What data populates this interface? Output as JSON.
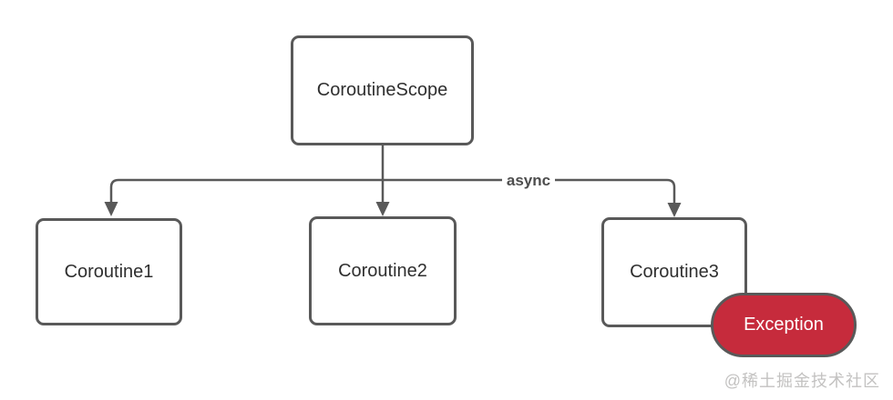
{
  "nodes": {
    "scope": {
      "label": "CoroutineScope"
    },
    "coroutine1": {
      "label": "Coroutine1"
    },
    "coroutine2": {
      "label": "Coroutine2"
    },
    "coroutine3": {
      "label": "Coroutine3"
    },
    "exception": {
      "label": "Exception"
    }
  },
  "edges": {
    "async_label": "async"
  },
  "watermark": {
    "text": "@稀土掘金技术社区"
  },
  "colors": {
    "line": "#595959",
    "box_border": "#595959",
    "box_fill": "#ffffff",
    "box_text": "#2f2f2f",
    "exception_fill": "#c62b3c",
    "exception_text": "#ffffff",
    "watermark_text": "#c3c2c1",
    "background": "#ffffff"
  }
}
